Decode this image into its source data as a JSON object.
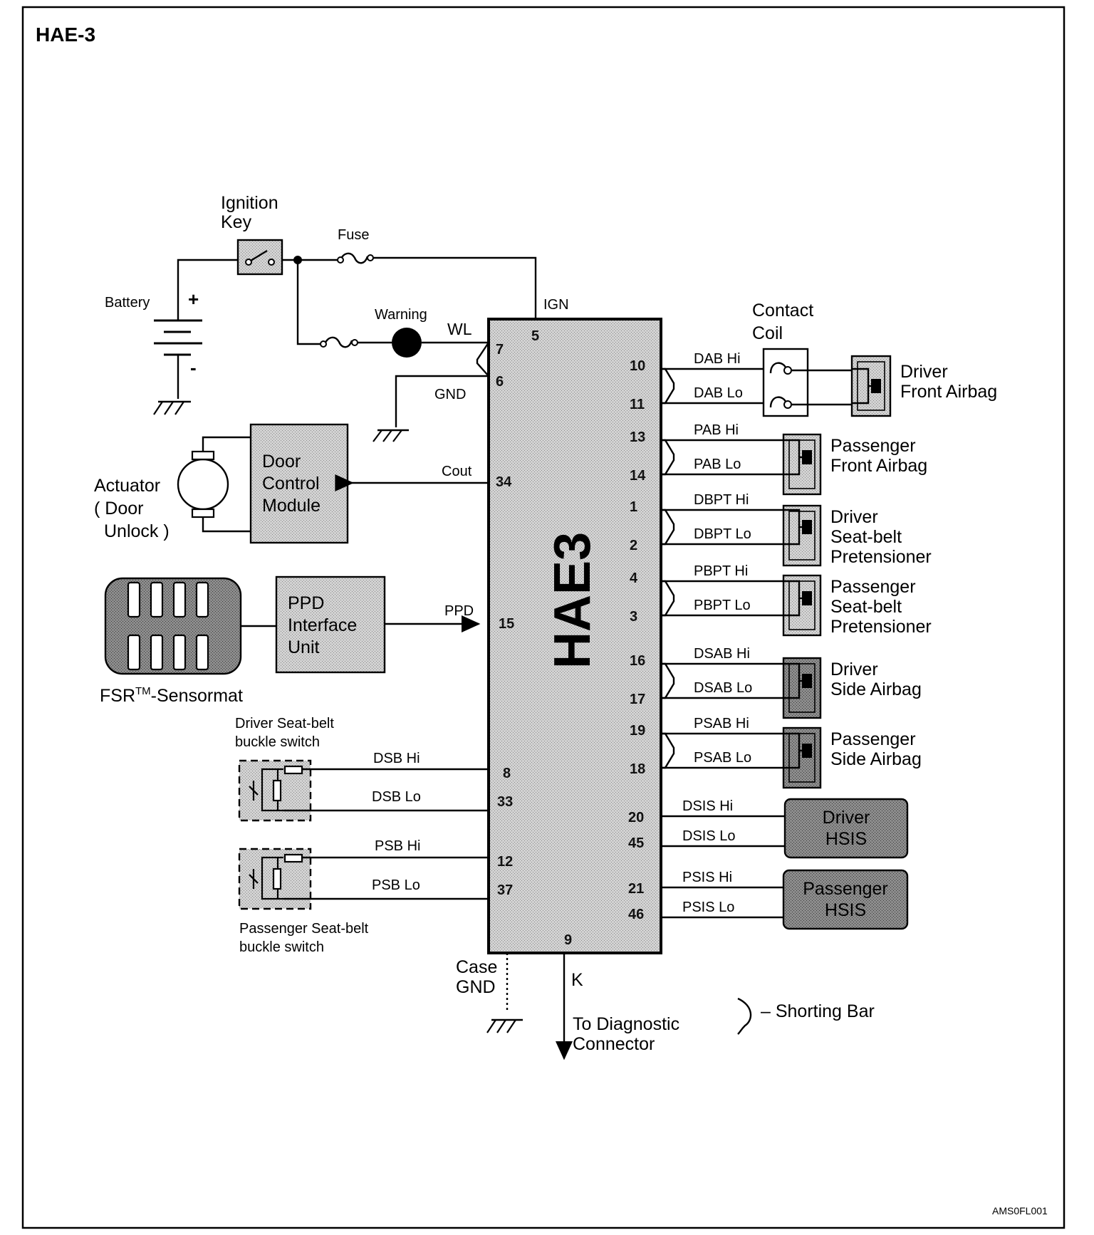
{
  "title": "HAE-3",
  "figure_code": "AMS0FL001",
  "module_label": "HAE3",
  "power": {
    "ignition_key_line1": "Ignition",
    "ignition_key_line2": "Key",
    "fuse": "Fuse",
    "battery": "Battery",
    "plus": "+",
    "minus": "-",
    "warning": "Warning",
    "wl": "WL",
    "ign": "IGN",
    "gnd": "GND",
    "pin_ign": "5",
    "pin_wl": "7",
    "pin_gnd": "6"
  },
  "door": {
    "module_line1": "Door",
    "module_line2": "Control",
    "module_line3": "Module",
    "actuator_line1": "Actuator",
    "actuator_line2": "( Door",
    "actuator_line3": "Unlock )",
    "signal": "Cout",
    "pin": "34"
  },
  "ppd": {
    "unit_line1": "PPD",
    "unit_line2": "Interface",
    "unit_line3": "Unit",
    "signal": "PPD",
    "pin": "15",
    "sensormat_prefix": "FSR",
    "sensormat_sup": "TM",
    "sensormat_suffix": "-Sensormat"
  },
  "driver_buckle": {
    "label_line1": "Driver Seat-belt",
    "label_line2": "buckle switch",
    "hi": "DSB Hi",
    "lo": "DSB Lo",
    "pin_hi": "8",
    "pin_lo": "33"
  },
  "passenger_buckle": {
    "label_line1": "Passenger Seat-belt",
    "label_line2": "buckle switch",
    "hi": "PSB Hi",
    "lo": "PSB Lo",
    "pin_hi": "12",
    "pin_lo": "37"
  },
  "bottom": {
    "case_gnd_line1": "Case",
    "case_gnd_line2": "GND",
    "k": "K",
    "diag_line1": "To Diagnostic",
    "diag_line2": "Connector",
    "pin_k": "9",
    "legend": "– Shorting Bar"
  },
  "contact_coil": {
    "line1": "Contact",
    "line2": "Coil"
  },
  "outputs": [
    {
      "hi": "DAB Hi",
      "lo": "DAB Lo",
      "pin_hi": "10",
      "pin_lo": "11",
      "name_line1": "Driver",
      "name_line2": "Front Airbag",
      "name_line3": ""
    },
    {
      "hi": "PAB Hi",
      "lo": "PAB Lo",
      "pin_hi": "13",
      "pin_lo": "14",
      "name_line1": "Passenger",
      "name_line2": "Front Airbag",
      "name_line3": ""
    },
    {
      "hi": "DBPT Hi",
      "lo": "DBPT Lo",
      "pin_hi": "1",
      "pin_lo": "2",
      "name_line1": "Driver",
      "name_line2": "Seat-belt",
      "name_line3": "Pretensioner"
    },
    {
      "hi": "PBPT Hi",
      "lo": "PBPT Lo",
      "pin_hi": "4",
      "pin_lo": "3",
      "name_line1": "Passenger",
      "name_line2": "Seat-belt",
      "name_line3": "Pretensioner"
    },
    {
      "hi": "DSAB Hi",
      "lo": "DSAB Lo",
      "pin_hi": "16",
      "pin_lo": "17",
      "name_line1": "Driver",
      "name_line2": "Side Airbag",
      "name_line3": ""
    },
    {
      "hi": "PSAB Hi",
      "lo": "PSAB Lo",
      "pin_hi": "19",
      "pin_lo": "18",
      "name_line1": "Passenger",
      "name_line2": "Side Airbag",
      "name_line3": ""
    }
  ],
  "hsis": [
    {
      "hi": "DSIS Hi",
      "lo": "DSIS Lo",
      "pin_hi": "20",
      "pin_lo": "45",
      "name_line1": "Driver",
      "name_line2": "HSIS"
    },
    {
      "hi": "PSIS Hi",
      "lo": "PSIS Lo",
      "pin_hi": "21",
      "pin_lo": "46",
      "name_line1": "Passenger",
      "name_line2": "HSIS"
    }
  ],
  "colors": {
    "module_fill": "#c8c8c8",
    "box_fill": "#d4d4d4",
    "dark_fill": "#7a7a7a",
    "line": "#000000"
  }
}
